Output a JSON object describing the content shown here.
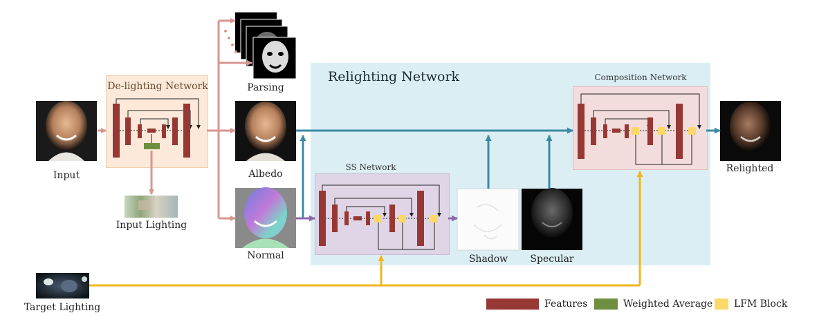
{
  "labels": {
    "input": "Input",
    "parsing": "Parsing",
    "albedo": "Albedo",
    "normal": "Normal",
    "input_lighting": "Input Lighting",
    "target_lighting": "Target Lighting",
    "shadow": "Shadow",
    "specular": "Specular",
    "relighted": "Relighted"
  },
  "blocks": {
    "delighting": "De-lighting Network",
    "relighting": "Relighting Network",
    "ss": "SS Network",
    "composition": "Composition Network"
  },
  "legend": [
    {
      "label": "Features",
      "color": "#973835"
    },
    {
      "label": "Weighted Average",
      "color": "#6e8f3e"
    },
    {
      "label": "LFM Block",
      "color": "#fbd868"
    }
  ],
  "colors": {
    "feature": "#973835",
    "weighted_average": "#6e8f3e",
    "lfm": "#fbd868",
    "arrow_pink": "#d69690",
    "arrow_teal": "#3a8aa3",
    "arrow_purple": "#8a6aa8",
    "arrow_yellow": "#f3b521",
    "relighting_bg": "#dbeef4",
    "delighting_bg": "#fce9d9",
    "ss_bg": "#e0d5e6",
    "composition_bg": "#f3dcdc"
  }
}
